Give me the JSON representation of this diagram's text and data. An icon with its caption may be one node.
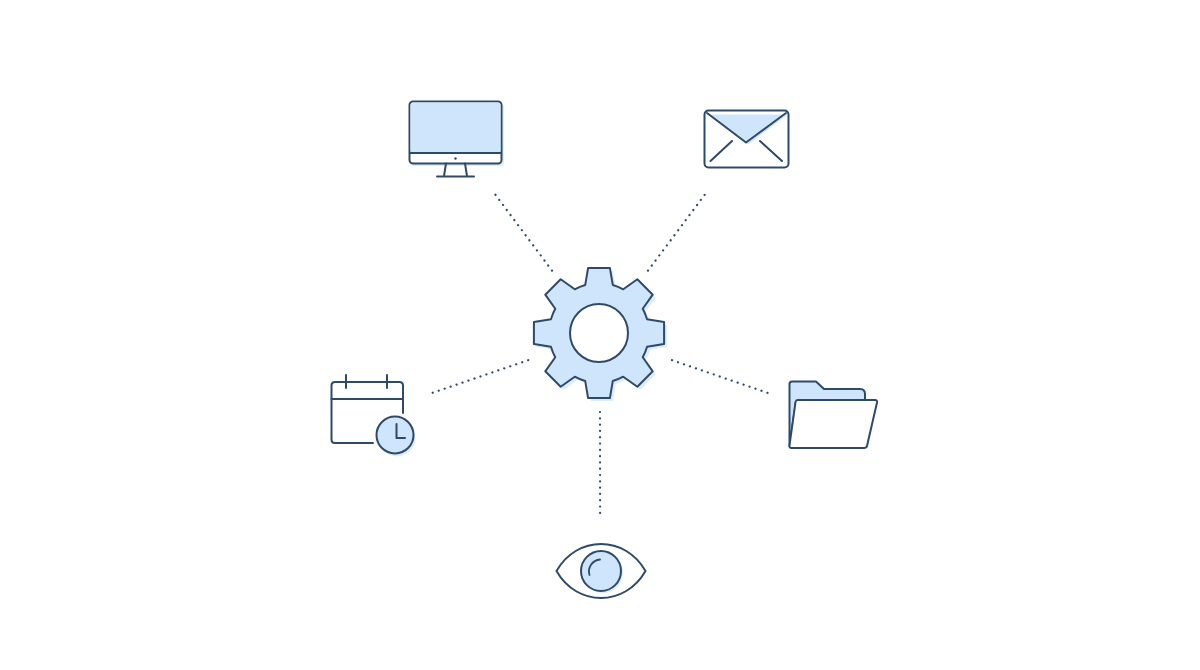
{
  "diagram": {
    "nodes": [
      {
        "text": [],
        "shape": "picture"
      },
      {
        "text": [],
        "shape": "picture"
      },
      {
        "text": [],
        "shape": "picture"
      },
      {
        "text": [],
        "shape": "picture"
      },
      {
        "text": [],
        "shape": "picture"
      },
      {
        "text": [],
        "shape": "picture"
      }
    ],
    "edges": [
      {
        "from": 2,
        "to": 0,
        "arrow": "none"
      },
      {
        "from": 2,
        "to": 1,
        "arrow": "none"
      },
      {
        "from": 2,
        "to": 3,
        "arrow": "none"
      },
      {
        "from": 2,
        "to": 4,
        "arrow": "none"
      },
      {
        "from": 2,
        "to": 5,
        "arrow": "none"
      }
    ]
  }
}
